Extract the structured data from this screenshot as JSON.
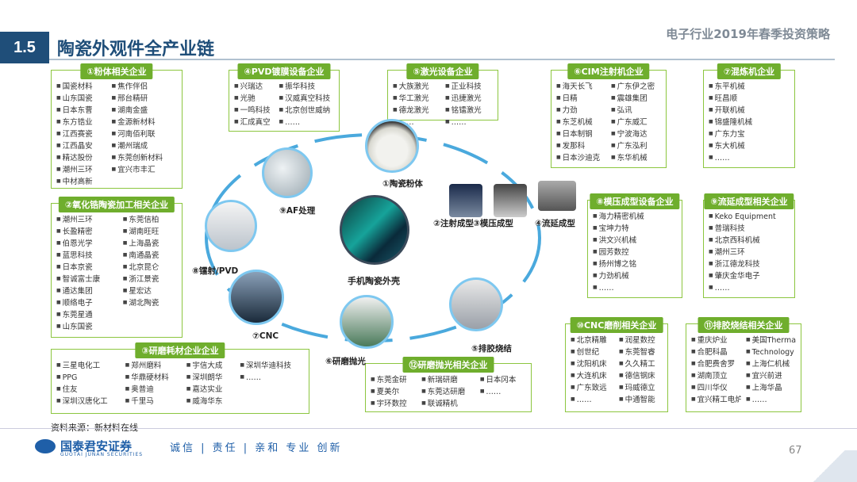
{
  "header": {
    "section_number": "1.5",
    "title": "陶瓷外观件全产业链",
    "doc_title": "电子行业2019年春季投资策略"
  },
  "boxes": {
    "powder": {
      "title": "①粉体相关企业",
      "items": [
        "国瓷材料",
        "山东国瓷",
        "日本东曹",
        "东方锆业",
        "江西赛瓷",
        "江西晶安",
        "精达股份",
        "潮州三环",
        "中材高新",
        "焦作伴侣",
        "邢台精研",
        "湖南金盛",
        "金源新材料",
        "河南佰利联",
        "潮州瑞成",
        "东莞创新材料",
        "宜兴市丰汇"
      ]
    },
    "zirconia": {
      "title": "②氧化锆陶瓷加工相关企业",
      "items": [
        "潮州三环",
        "长盈精密",
        "伯恩光学",
        "蓝思科技",
        "日本京瓷",
        "智诚富士康",
        "通达集团",
        "顺络电子",
        "东莞星通",
        "山东国瓷",
        "东莞信柏",
        "湖南旺旺",
        "上海晶瓷",
        "南通晶瓷",
        "北京昆仑",
        "浙江景瓷",
        "星宏达",
        "湖北陶瓷"
      ]
    },
    "consumables": {
      "title": "③研磨耗材企业企业",
      "items": [
        "三星电化工",
        "PPG",
        "住友",
        "深圳汉唐化工",
        "郑州磨料",
        "华鼎硬材料",
        "奥普迪",
        "千里马",
        "宇信大成",
        "深圳朗华",
        "嘉达实业",
        "威海华东",
        "深圳华迪科技",
        "……"
      ]
    },
    "pvd": {
      "title": "④PVD镀膜设备企业",
      "items": [
        "兴瑞达",
        "光驰",
        "一鸣科技",
        "汇成真空",
        "振华科技",
        "汉威真空科技",
        "北京创世威纳",
        "……"
      ]
    },
    "laser": {
      "title": "⑤激光设备企业",
      "items": [
        "大族激光",
        "华工激光",
        "德龙激光",
        "……",
        "正业科技",
        "迅捷激光",
        "铭镭激光",
        "……"
      ]
    },
    "cim": {
      "title": "⑥CIM注射机企业",
      "items": [
        "海天长飞",
        "日精",
        "力劲",
        "东芝机械",
        "日本制钢",
        "发那科",
        "日本沙迪克",
        "广东伊之密",
        "震雄集团",
        "弘讯",
        "广东威汇",
        "宁波海达",
        "广东泓利",
        "东华机械"
      ]
    },
    "mixer": {
      "title": "⑦混炼机企业",
      "items": [
        "东平机械",
        "旺昌顺",
        "开联机械",
        "锦盛隆机械",
        "广东力宝",
        "东大机械",
        "……"
      ]
    },
    "press": {
      "title": "⑧模压成型设备企业",
      "items": [
        "海力精密机械",
        "宝坤力特",
        "洪文兴机械",
        "园芳数控",
        "扬州博之铭",
        "力劲机械",
        "……"
      ]
    },
    "tape": {
      "title": "⑨流延成型相关企业",
      "items": [
        "Keko Equipment",
        "普瑞科技",
        "北京西科机械",
        "潮州三环",
        "浙江德龙科技",
        "肇庆金华电子",
        "……"
      ]
    },
    "cnc": {
      "title": "⑩CNC磨削相关企业",
      "items": [
        "北京精雕",
        "创世纪",
        "沈阳机床",
        "大连机床",
        "广东致远",
        "……",
        "润星数控",
        "东莞智睿",
        "久久精工",
        "德信钢床",
        "玛威德立",
        "中通智能"
      ]
    },
    "sinter": {
      "title": "⑪排胶烧结相关企业",
      "items": [
        "重庆炉业",
        "合肥科晶",
        "合肥费舍罗",
        "湖南顶立",
        "四川华仪",
        "宜兴精工电炉",
        "美国Thermal",
        "Technology",
        "上海仁机械",
        "宜兴前进",
        "上海华晶",
        "……"
      ]
    },
    "polish": {
      "title": "⑫研磨抛光相关企业",
      "items": [
        "东莞金研",
        "夏美尔",
        "宇环数控",
        "新瑞研磨",
        "东莞达研磨",
        "联诚精机",
        "日本冈本",
        "……"
      ]
    }
  },
  "cycle": {
    "center": "手机陶瓷外壳",
    "steps": [
      "①陶瓷粉体",
      "②注射成型",
      "③模压成型",
      "④流延成型",
      "⑤排胶烧结",
      "⑥研磨抛光",
      "⑦CNC",
      "⑧镭射/PVD",
      "⑨AF处理"
    ]
  },
  "footer": {
    "source": "资料来源：新材料在线",
    "company": "国泰君安证券",
    "company_en": "GUOTAI JUNAN SECURITIES",
    "motto": "诚信 | 责任 | 亲和  专业  创新",
    "page": "67"
  },
  "colors": {
    "brand_blue": "#1f4e79",
    "box_green": "#6fae2d",
    "arrow_blue": "#4aa9dd"
  }
}
